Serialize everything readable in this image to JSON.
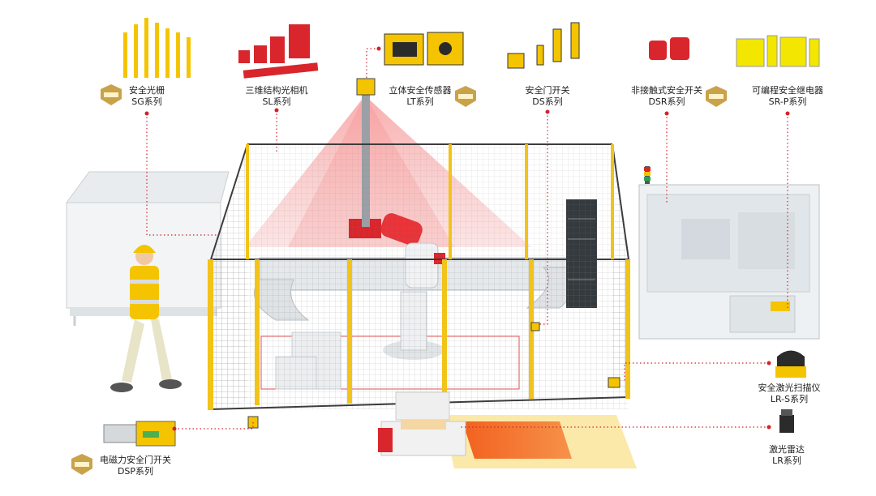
{
  "products": [
    {
      "key": "sg",
      "name": "安全光栅",
      "series": "SG系列"
    },
    {
      "key": "sl",
      "name": "三维结构光相机",
      "series": "SL系列"
    },
    {
      "key": "lt",
      "name": "立体安全传感器",
      "series": "LT系列"
    },
    {
      "key": "ds",
      "name": "安全门开关",
      "series": "DS系列"
    },
    {
      "key": "dsr",
      "name": "非接触式安全开关",
      "series": "DSR系列"
    },
    {
      "key": "srp",
      "name": "可编程安全继电器",
      "series": "SR-P系列"
    },
    {
      "key": "lrs",
      "name": "安全激光扫描仪",
      "series": "LR-S系列"
    },
    {
      "key": "lr",
      "name": "激光雷达",
      "series": "LR系列"
    },
    {
      "key": "dsp",
      "name": "电磁力安全门开关",
      "series": "DSP系列"
    }
  ],
  "colors": {
    "accent_yellow": "#f5c400",
    "accent_red": "#d8262c",
    "leader_red": "#d0242b",
    "badge_gold": "#c9a24a",
    "fence_yellow": "#f2c318",
    "fence_dark": "#3c3c3c",
    "light_red_cone": "#f7a9a9",
    "zone_orange": "#f47a2a",
    "zone_yellow": "#fbe7a1"
  },
  "icons": [
    "award-badge-icon"
  ]
}
